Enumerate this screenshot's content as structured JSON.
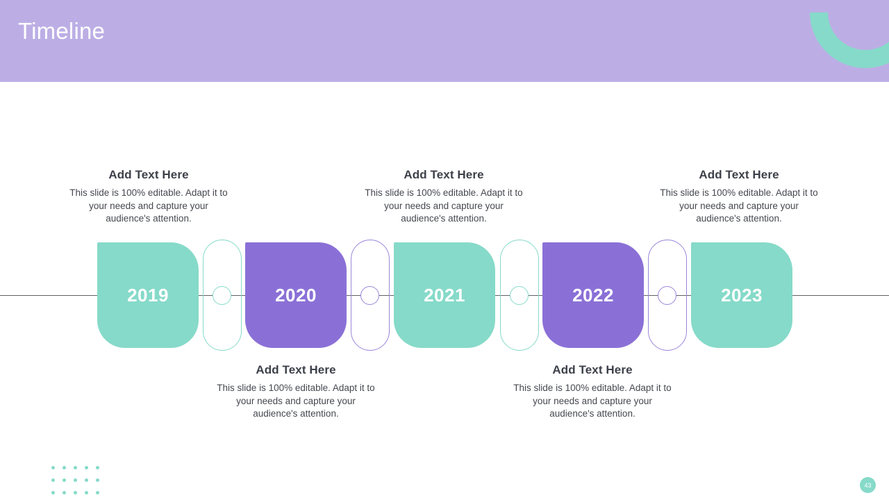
{
  "header": {
    "title": "Timeline",
    "band_color": "#bcaee5",
    "arc_color": "#86dac9"
  },
  "colors": {
    "teal": "#86dac9",
    "purple": "#8a70d6",
    "connector_purple": "#9b86d9",
    "rule": "#5d6066",
    "title_text": "#3c4049",
    "body_text": "#45484f"
  },
  "milestones": [
    {
      "year": "2019",
      "color": "teal",
      "position": "above"
    },
    {
      "year": "2020",
      "color": "purple",
      "position": "below"
    },
    {
      "year": "2021",
      "color": "teal",
      "position": "above"
    },
    {
      "year": "2022",
      "color": "purple",
      "position": "below"
    },
    {
      "year": "2023",
      "color": "teal",
      "position": "above"
    }
  ],
  "text_blocks": [
    {
      "title": "Add Text Here",
      "body": "This slide is 100% editable. Adapt it to your needs and capture your audience's attention."
    },
    {
      "title": "Add Text Here",
      "body": "This slide is 100% editable. Adapt it to your needs and capture your audience's attention."
    },
    {
      "title": "Add Text Here",
      "body": "This slide is 100% editable. Adapt it to your needs and capture your audience's attention."
    },
    {
      "title": "Add Text Here",
      "body": "This slide is 100% editable. Adapt it to your needs and capture your audience's attention."
    },
    {
      "title": "Add Text Here",
      "body": "This slide is 100% editable. Adapt it to your needs and capture your audience's attention."
    }
  ],
  "footer": {
    "page_number": "43",
    "dot_grid_rows": 3,
    "dot_grid_cols": 5
  }
}
